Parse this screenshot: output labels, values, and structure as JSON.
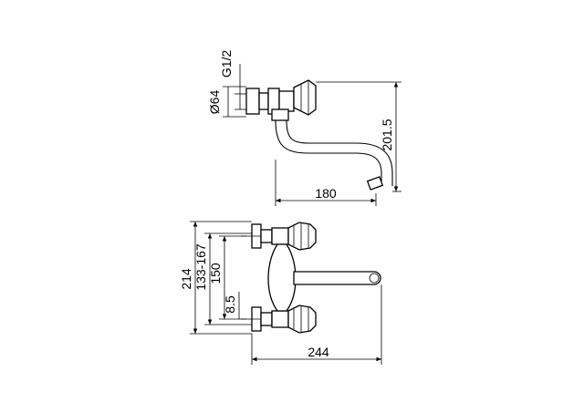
{
  "drawing": {
    "side_view": {
      "dimensions": {
        "flange_diameter": "Ø64",
        "thread": "G1/2",
        "height": "201.5",
        "spout_reach": "180"
      }
    },
    "front_view": {
      "dimensions": {
        "overall_height": "214",
        "center_range": "133-167",
        "center_distance": "150",
        "offset": "8.5",
        "overall_width": "244"
      }
    }
  }
}
